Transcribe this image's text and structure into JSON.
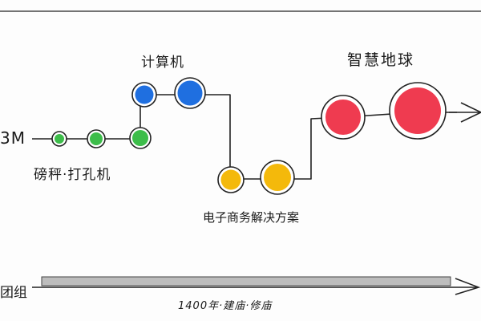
{
  "labels": {
    "ibm": "3M",
    "punch_card": "磅秤·打孔机",
    "computer": "计算机",
    "ecommerce": "电子商务解决方案",
    "smart_planet": "智慧地球",
    "team": "团组",
    "bottom_timeline": "1400年·建庙·修庙"
  },
  "stages": [
    {
      "key": "punch_card",
      "color": "#3dbd4a",
      "nodes": 3
    },
    {
      "key": "computer",
      "color": "#1f6fe0",
      "nodes": 2
    },
    {
      "key": "ecommerce",
      "color": "#f4b90b",
      "nodes": 2
    },
    {
      "key": "smart_planet",
      "color": "#ef3b50",
      "nodes": 2
    }
  ],
  "colors": {
    "line": "#222222",
    "bar_fill": "#bdbdbd"
  }
}
